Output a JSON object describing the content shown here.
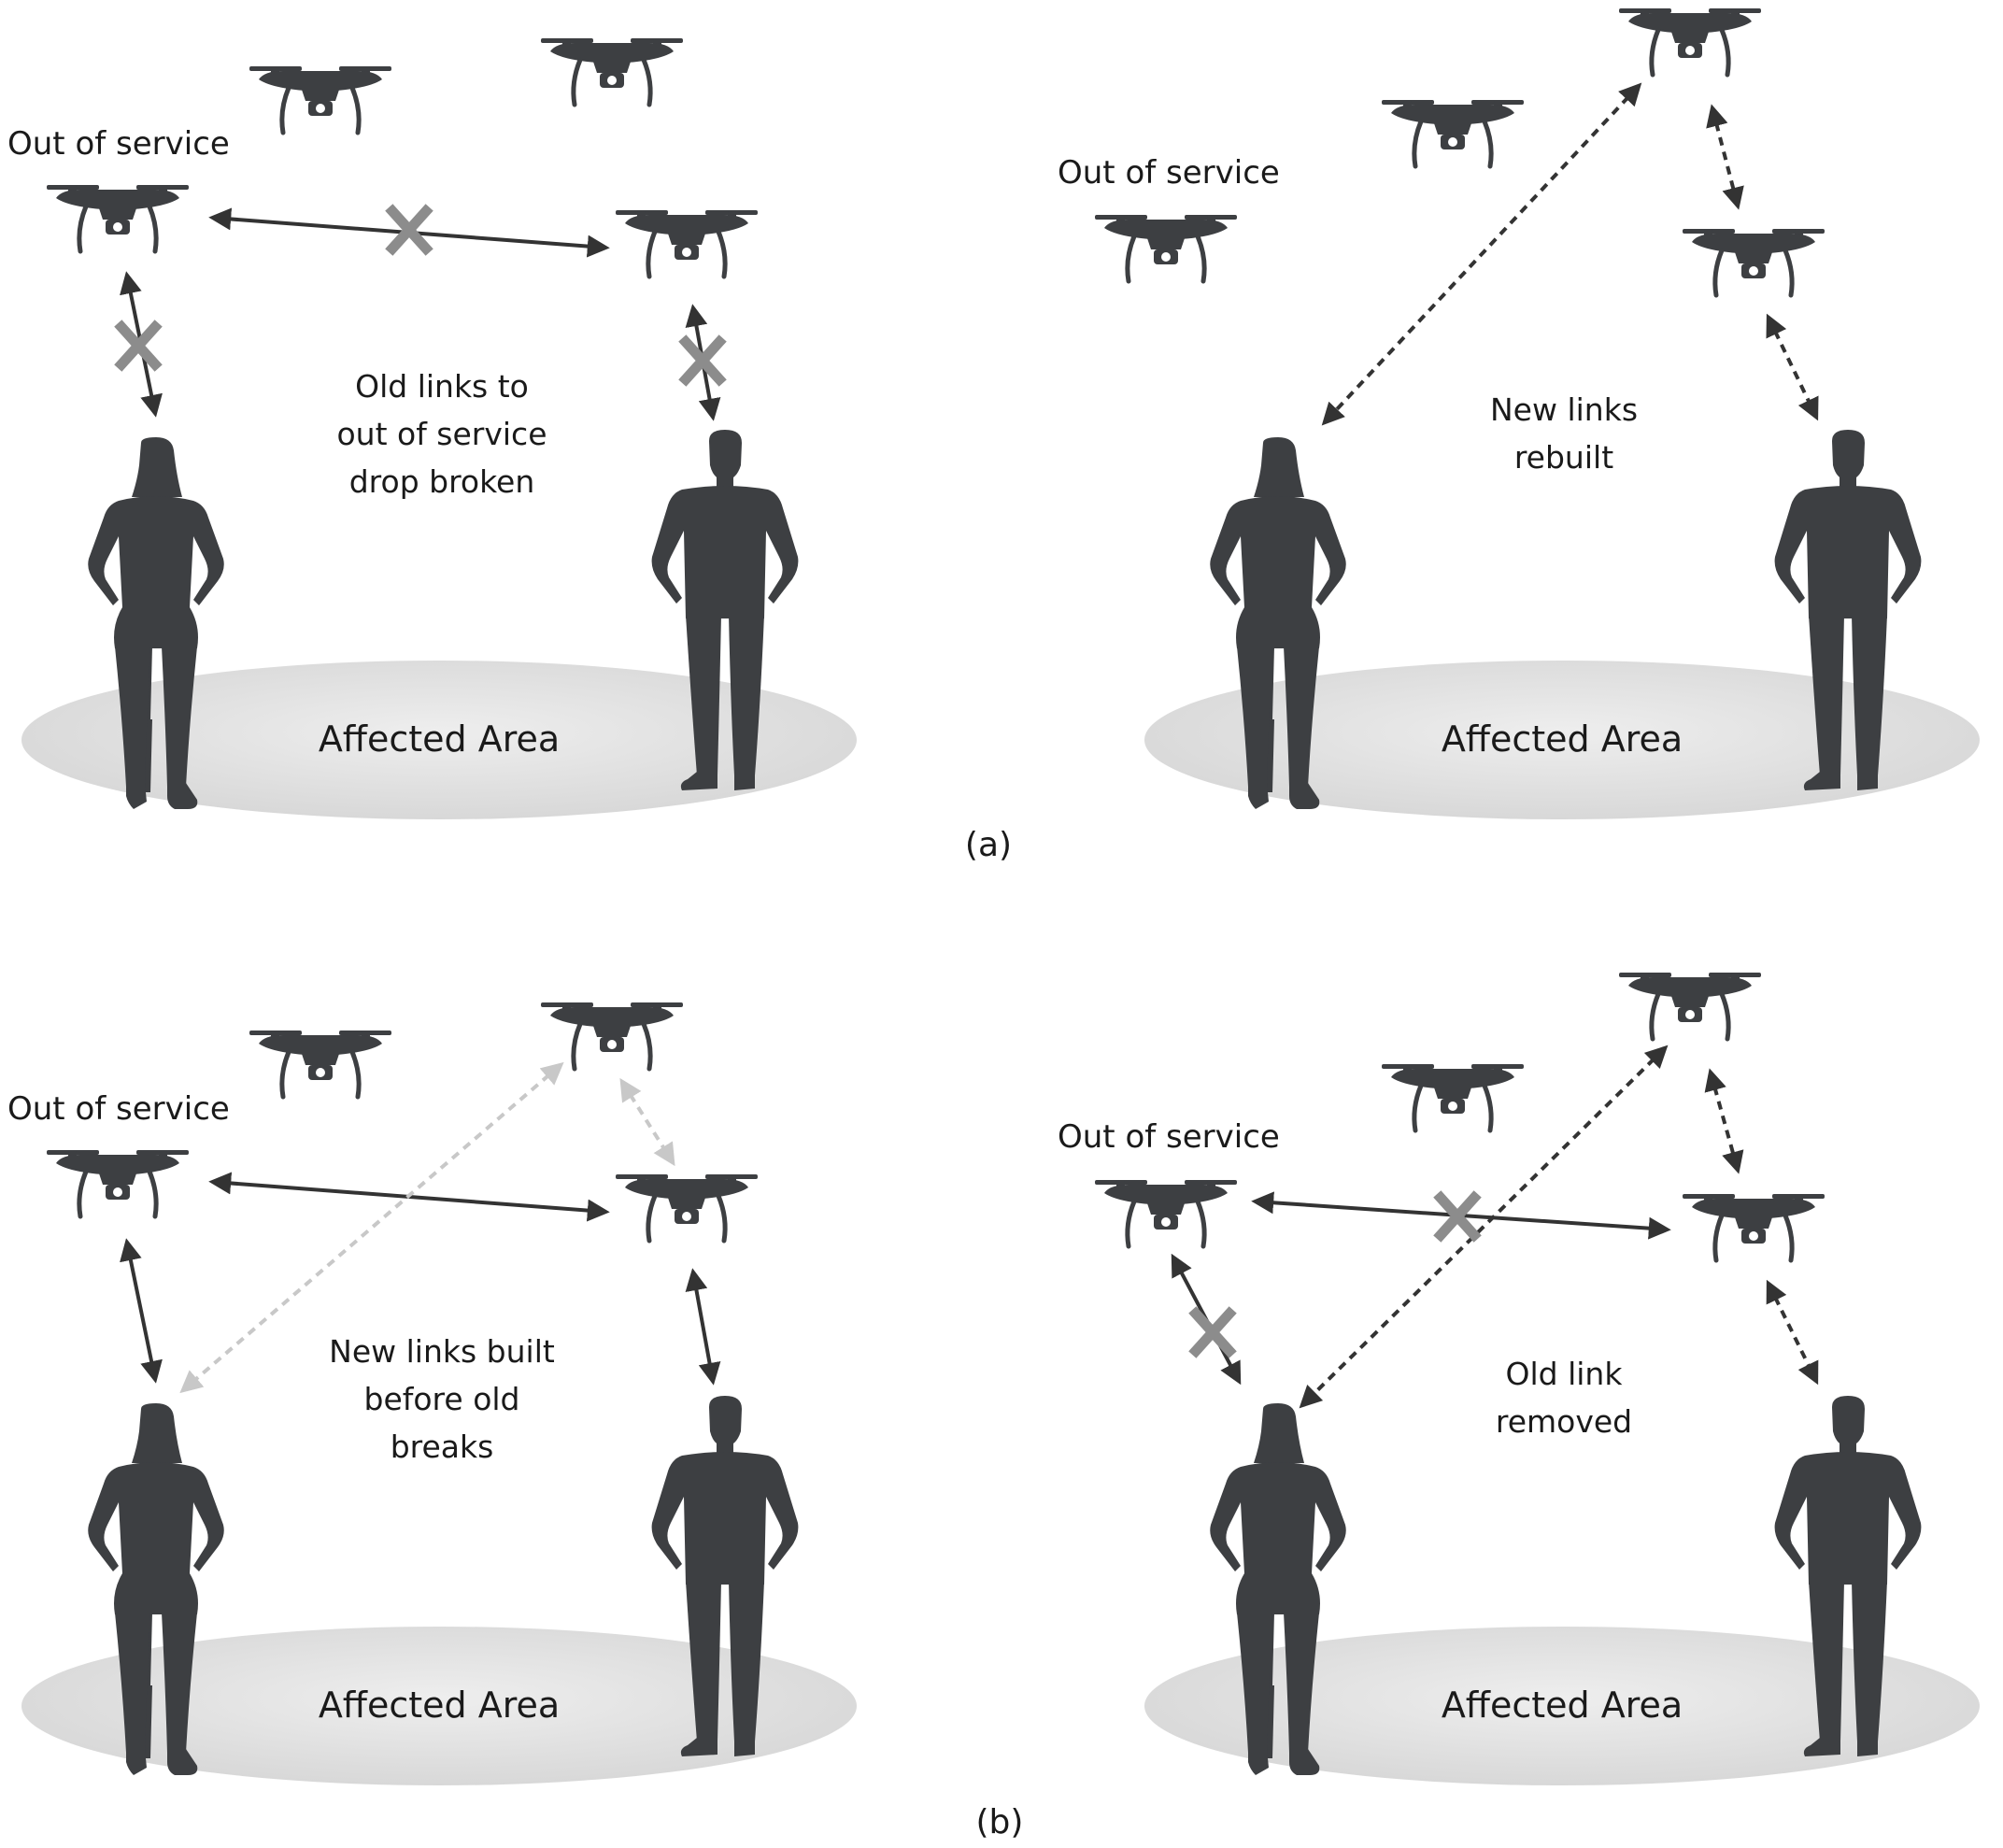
{
  "colors": {
    "figure": "#3d3f42",
    "active_link": "#333333",
    "pending_link": "#c8c8c8",
    "broken_mark": "#8c8c8c",
    "ground": "#e4e4e4"
  },
  "icons": [
    "drone-icon",
    "woman-silhouette-icon",
    "man-silhouette-icon",
    "cross-icon"
  ],
  "captions": {
    "a": "(a)",
    "b": "(b)"
  },
  "panels": {
    "a_left": {
      "out_of_service": "Out of service",
      "note": [
        "Old links to",
        "out of service",
        "drop broken"
      ],
      "area": "Affected Area"
    },
    "a_right": {
      "out_of_service": "Out of service",
      "note": [
        "New links",
        "rebuilt"
      ],
      "area": "Affected Area"
    },
    "b_left": {
      "out_of_service": "Out of service",
      "note": [
        "New links built",
        "before old",
        "breaks"
      ],
      "area": "Affected Area"
    },
    "b_right": {
      "out_of_service": "Out of service",
      "note": [
        "Old link",
        "removed"
      ],
      "area": "Affected Area"
    }
  }
}
